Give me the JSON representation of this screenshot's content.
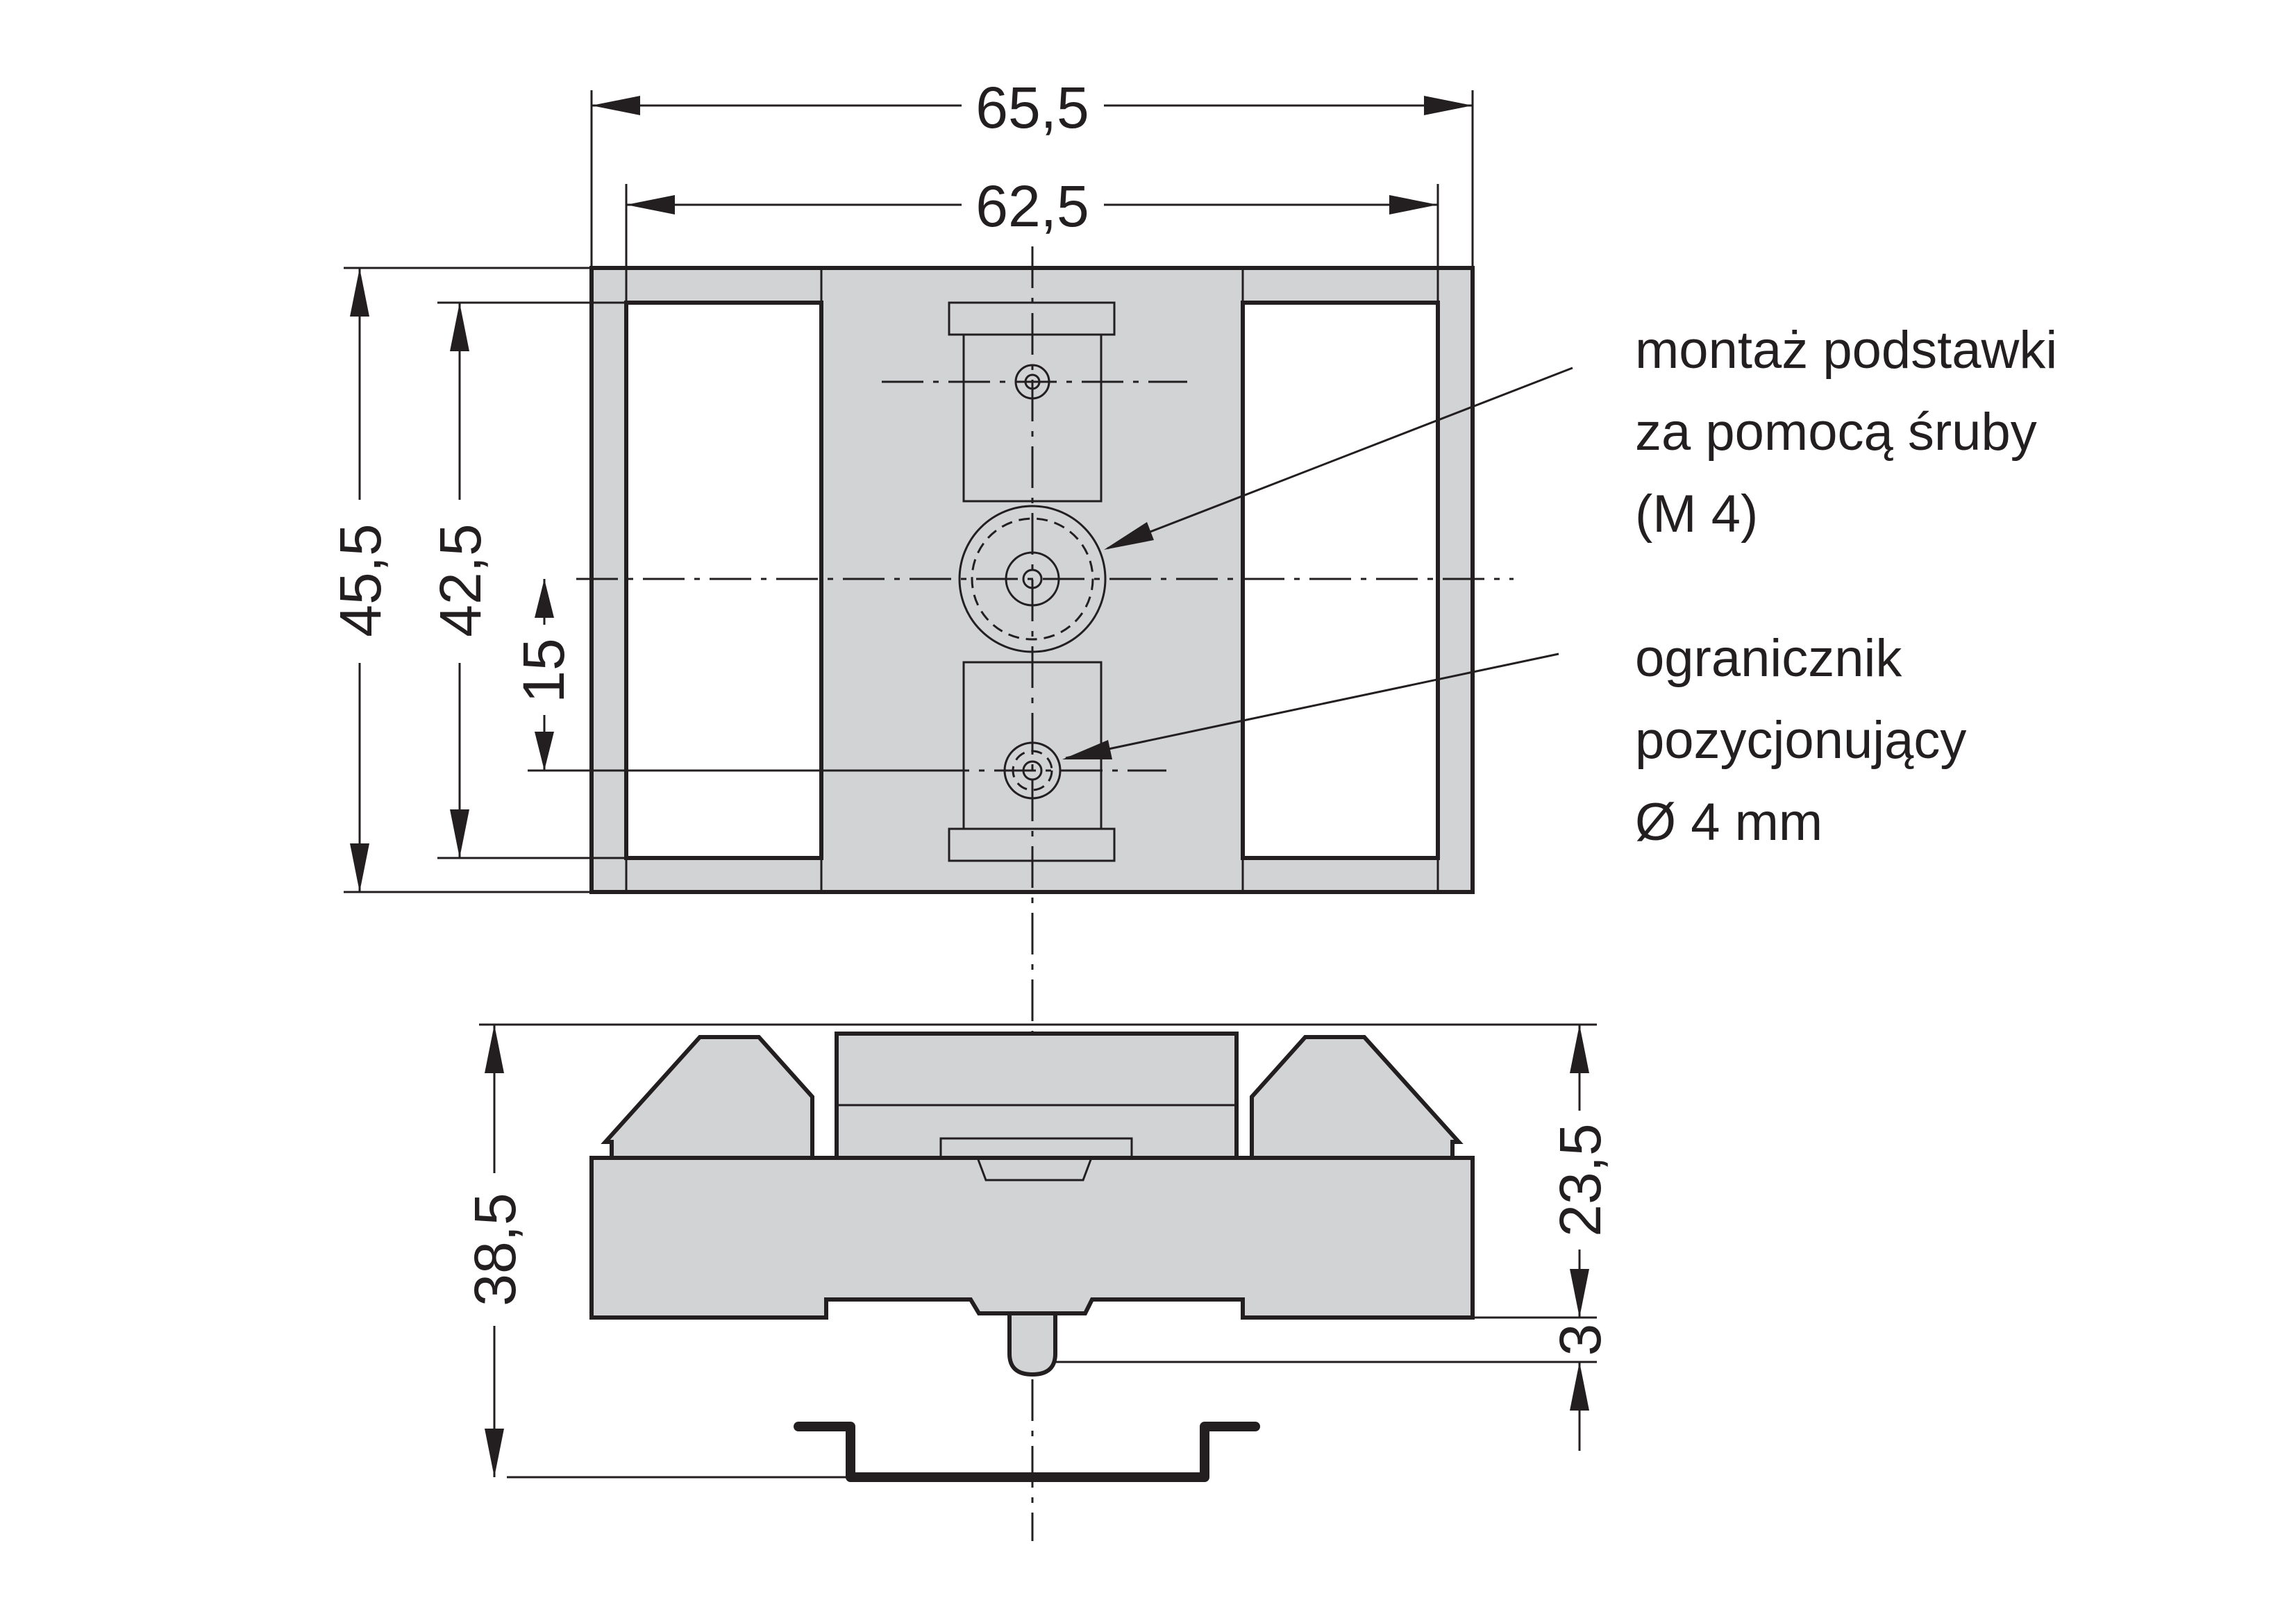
{
  "dimensions": {
    "overall_width": "65,5",
    "inner_width": "62,5",
    "overall_depth": "45,5",
    "inner_depth": "42,5",
    "hole_spacing": "15",
    "total_height": "38,5",
    "base_height": "23,5",
    "pin_length": "3"
  },
  "annotations": {
    "screw_mount": [
      "montaż podstawki",
      "za pomocą śruby",
      "(M 4)"
    ],
    "positioning_stop": [
      "ogranicznik",
      "pozycjonujący",
      "Ø 4 mm"
    ]
  },
  "colors": {
    "body_fill": "#d1d3d4",
    "line": "#231f20"
  }
}
